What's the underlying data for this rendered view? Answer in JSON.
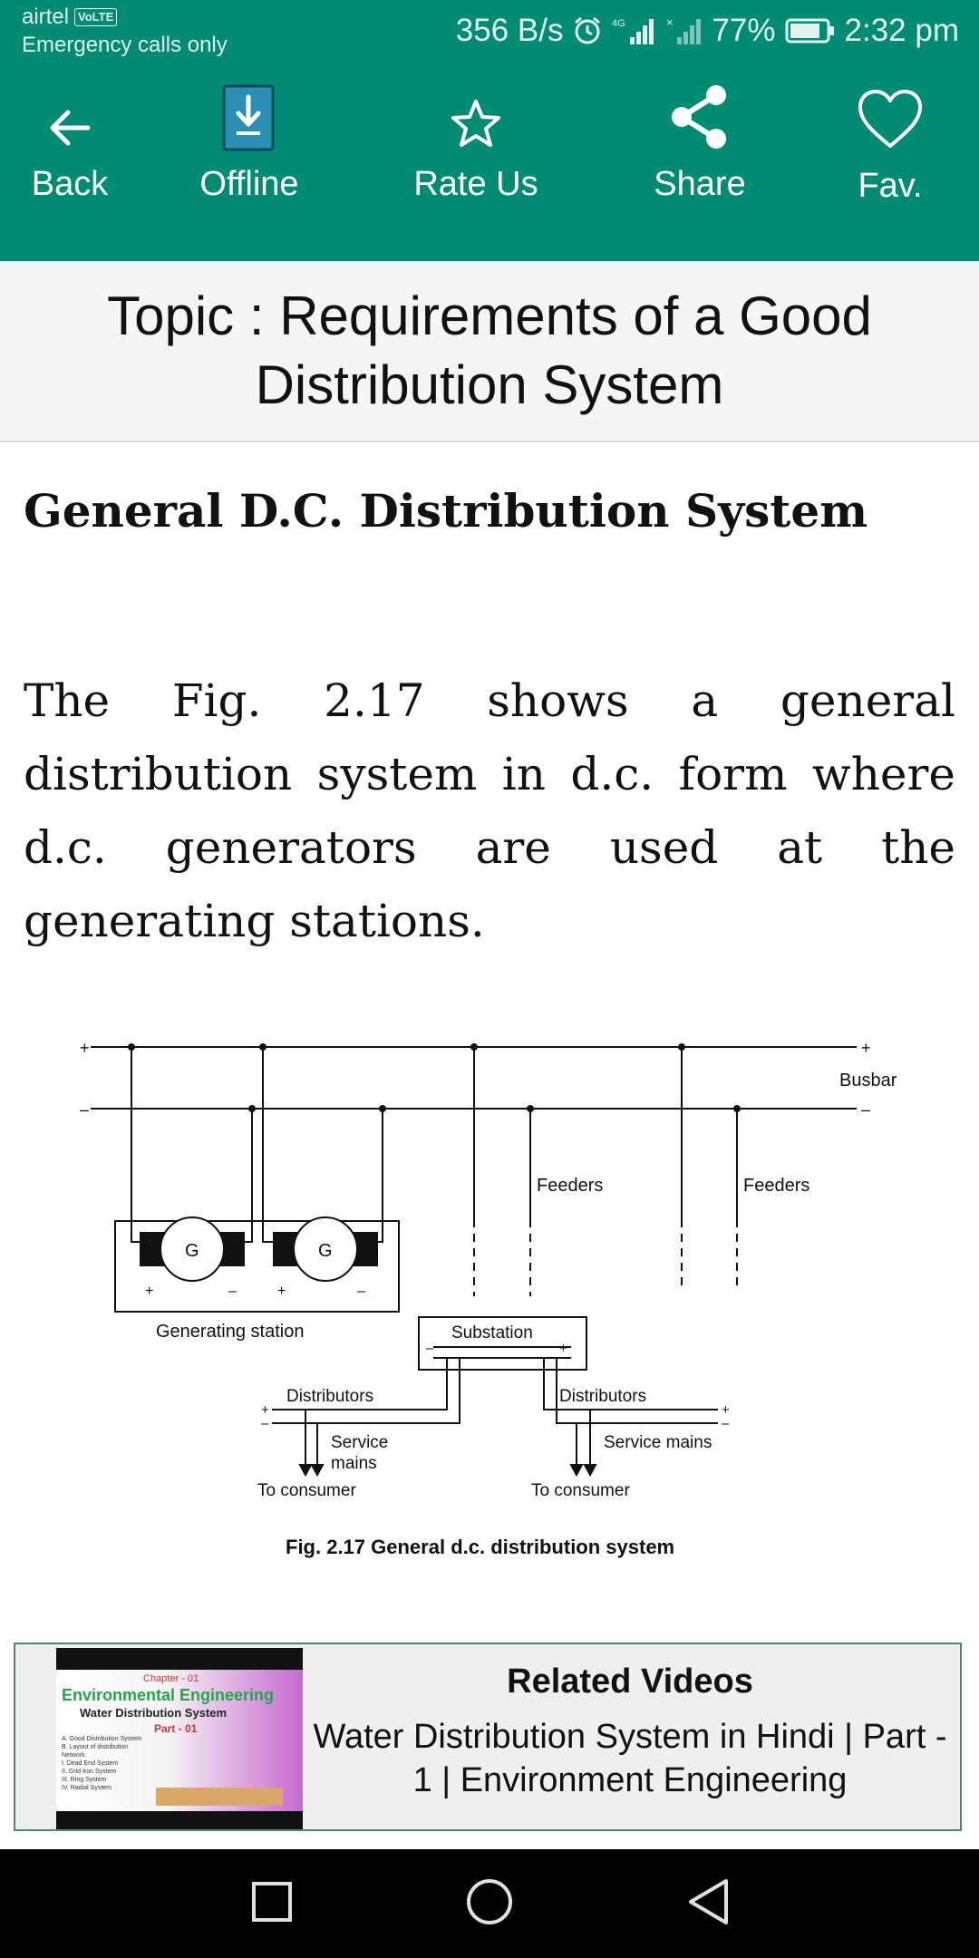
{
  "status_bar": {
    "carrier": "airtel",
    "volte": "VoLTE",
    "emergency": "Emergency calls only",
    "speed": "356 B/s",
    "battery": "77%",
    "time": "2:32 pm"
  },
  "toolbar": {
    "back": "Back",
    "offline": "Offline",
    "rate": "Rate Us",
    "share": "Share",
    "fav": "Fav."
  },
  "topic": {
    "title": "Topic : Requirements of a Good Distribution System"
  },
  "content": {
    "heading": "General D.C. Distribution System",
    "paragraph": "The Fig. 2.17 shows a general distribution system in d.c. form where d.c. generators are used at the generating stations."
  },
  "figure": {
    "busbar": "Busbar",
    "plus": "+",
    "minus": "–",
    "feeders_left": "Feeders",
    "feeders_right": "Feeders",
    "generator": "G",
    "generating_station": "Generating station",
    "substation": "Substation",
    "distributors_left": "Distributors",
    "distributors_right": "Distributors",
    "service_left_1": "Service",
    "service_left_2": "mains",
    "service_right": "Service mains",
    "consumer_left": "To consumer",
    "consumer_right": "To consumer",
    "caption": "Fig. 2.17 General d.c. distribution system"
  },
  "related": {
    "title": "Related Videos",
    "description": "Water Distribution System in Hindi | Part - 1 | Environment Engineering",
    "thumbnail": {
      "chapter": "Chapter - 01",
      "title": "Environmental Engineering",
      "subtitle": "Water Distribution System",
      "part": "Part - 01",
      "items": [
        "A. Good Distribution System",
        "B. Layout of distribution",
        "Network",
        "I. Dead End System",
        "II. Grid Iron System",
        "III. Ring System",
        "IV. Radial System"
      ]
    }
  },
  "colors": {
    "accent": "#008b72",
    "navbar": "#000000",
    "banner_border": "#4a8a7c"
  }
}
